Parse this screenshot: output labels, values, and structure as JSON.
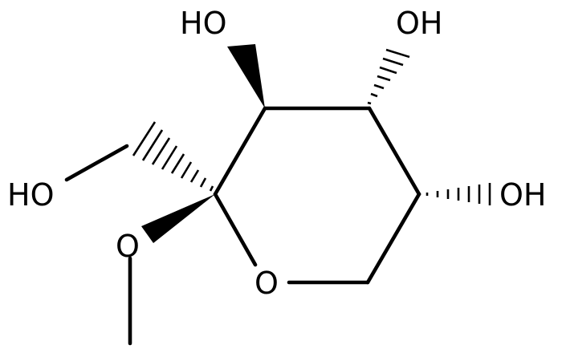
{
  "molecule": {
    "labels": {
      "oh_top_left": "HO",
      "oh_top_right": "OH",
      "oh_right": "OH",
      "oh_left": "HO",
      "ring_oxygen": "O",
      "methoxy_oxygen": "O"
    },
    "colors": {
      "ink": "#000000",
      "background": "#ffffff"
    }
  }
}
